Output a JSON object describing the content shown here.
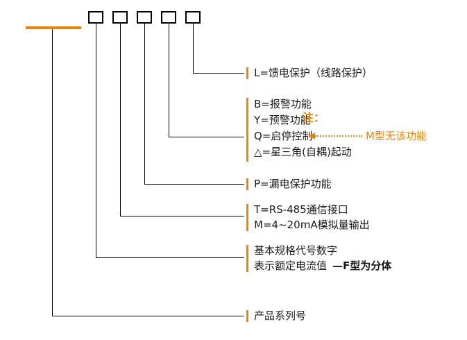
{
  "diagram": {
    "accent_color": "#f08200",
    "line_color": "#000000",
    "labels": {
      "l": "L=馈电保护（线路保护）",
      "group1": [
        "B=报警功能",
        "Y=预警功能",
        "Q=启停控制",
        "△=星三角(自耦)起动"
      ],
      "note_title": "注：",
      "note_text": "M型无该功能",
      "p": "P=漏电保护功能",
      "group2": [
        "T=RS-485通信接口",
        "M=4~20mA模拟量输出"
      ],
      "basic_line1": "基本规格代号数字",
      "basic_line2": "表示额定电流值",
      "basic_line2_suffix": "—F型为分体",
      "series": "产品系列号"
    }
  }
}
